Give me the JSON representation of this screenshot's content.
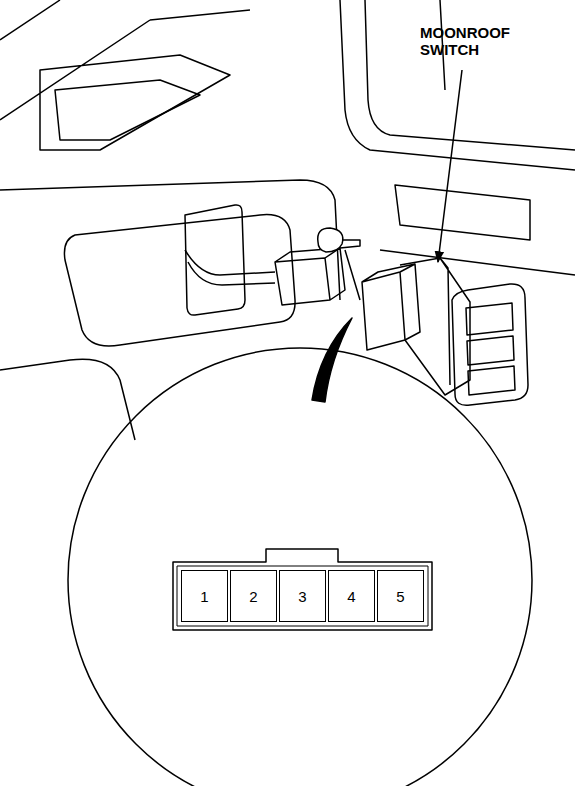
{
  "diagram": {
    "nodes": [
      {
        "text": [
          "1"
        ]
      },
      {
        "text": [
          "2"
        ]
      },
      {
        "text": [
          "3"
        ]
      },
      {
        "text": [
          "4"
        ]
      },
      {
        "text": [
          "5"
        ]
      }
    ],
    "labels": [
      "MOONROOF SWITCH"
    ]
  }
}
